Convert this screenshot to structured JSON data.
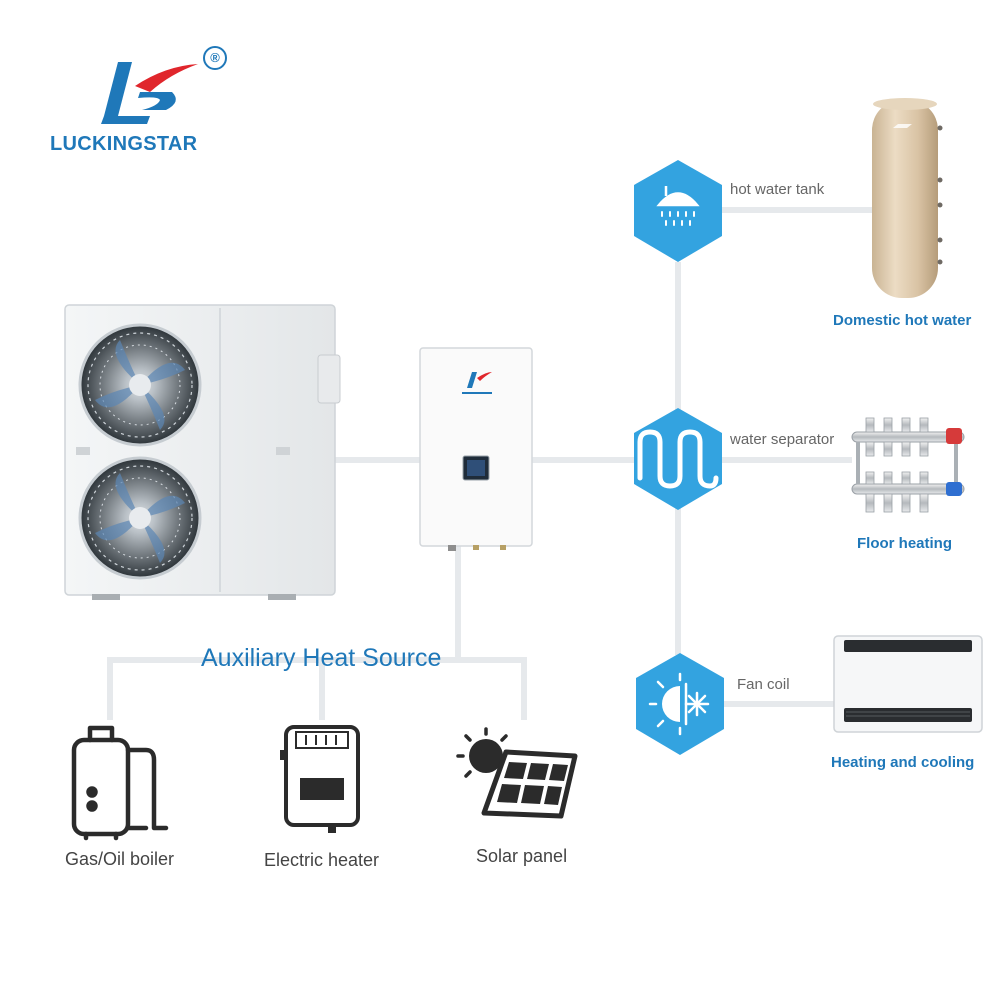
{
  "brand": {
    "name": "LUCKINGSTAR",
    "registered_mark": "®",
    "colors": {
      "primary": "#1f78b9",
      "accent": "#e0262c"
    }
  },
  "system": {
    "outdoor_unit": {
      "icon": "heat-pump-outdoor-unit"
    },
    "indoor_unit": {
      "icon": "hydro-box-indoor-unit"
    }
  },
  "auxiliary": {
    "title": "Auxiliary Heat Source",
    "sources": [
      {
        "label": "Gas/Oil boiler",
        "icon": "boiler-icon"
      },
      {
        "label": "Electric heater",
        "icon": "electric-heater-icon"
      },
      {
        "label": "Solar panel",
        "icon": "solar-panel-icon"
      }
    ]
  },
  "outputs": [
    {
      "connector_label": "hot water tank",
      "connector_icon": "shower-icon",
      "device_label": "Domestic hot water"
    },
    {
      "connector_label": "water separator",
      "connector_icon": "underfloor-coil-icon",
      "device_label": "Floor heating"
    },
    {
      "connector_label": "Fan coil",
      "connector_icon": "sun-snowflake-icon",
      "device_label": "Heating and cooling"
    }
  ],
  "colors": {
    "hexagon": "#33a3e0",
    "pipe": "#e4e8ec",
    "label_text": "#666666"
  }
}
